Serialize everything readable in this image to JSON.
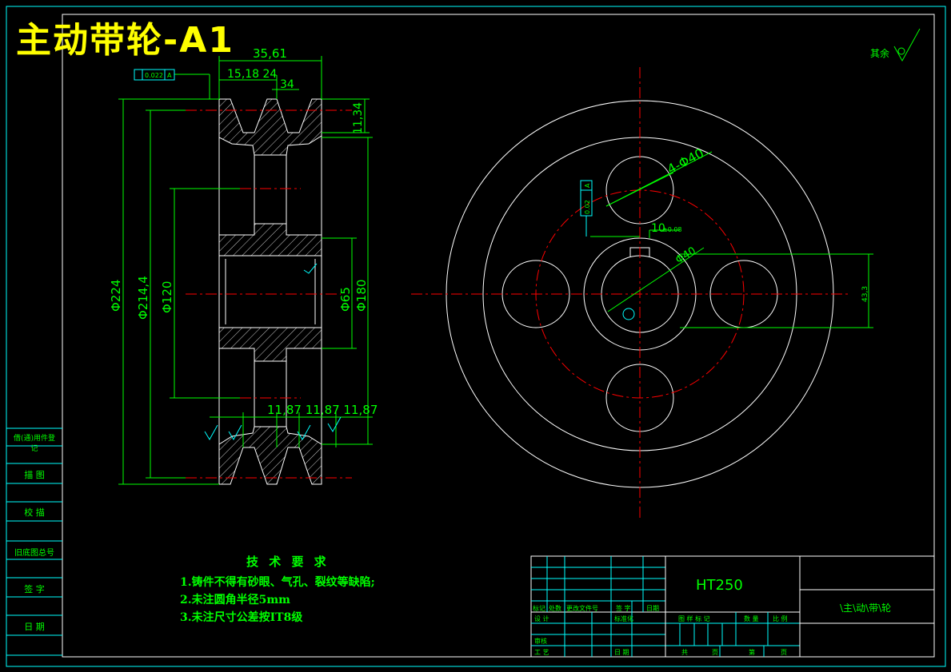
{
  "title": "主动带轮-A1",
  "roughness_note": "其余",
  "tech_requirements": {
    "heading": "技 术 要 求",
    "items": [
      "1.铸件不得有砂眼、气孔、裂纹等缺陷;",
      "2.未注圆角半径5mm",
      "3.未注尺寸公差按IT8级"
    ]
  },
  "side_panel": [
    "借(通)用件登记",
    "描 图",
    "校 描",
    "旧底图总号",
    "签 字",
    "日 期"
  ],
  "title_block": {
    "material": "HT250",
    "part_name": "\\主\\动\\带\\轮",
    "labels": [
      "标记",
      "处数",
      "更改文件号",
      "签 字",
      "日期",
      "设 计",
      "标准化",
      "审核",
      "工 艺",
      "日 期",
      "图 样 标 记",
      "数 量",
      "比 例",
      "共",
      "页",
      "第",
      "页"
    ]
  },
  "dimensions": {
    "d224": "Φ224",
    "d214": "Φ214,4",
    "d120": "Φ120",
    "d65": "Φ65",
    "d180": "Φ180",
    "w3561": "35,61",
    "w1524": "15,18 24",
    "w34": "34",
    "h1134": "11,34",
    "pitch": "11,87 11,87 11,87",
    "holes": "4-Φ40",
    "hub": "Φ40",
    "key_w": "10",
    "key_h": "43,3",
    "tol_002": "0.02",
    "tol_a": "A",
    "tol_008": "±0.08",
    "tol_0022": "0.022"
  }
}
